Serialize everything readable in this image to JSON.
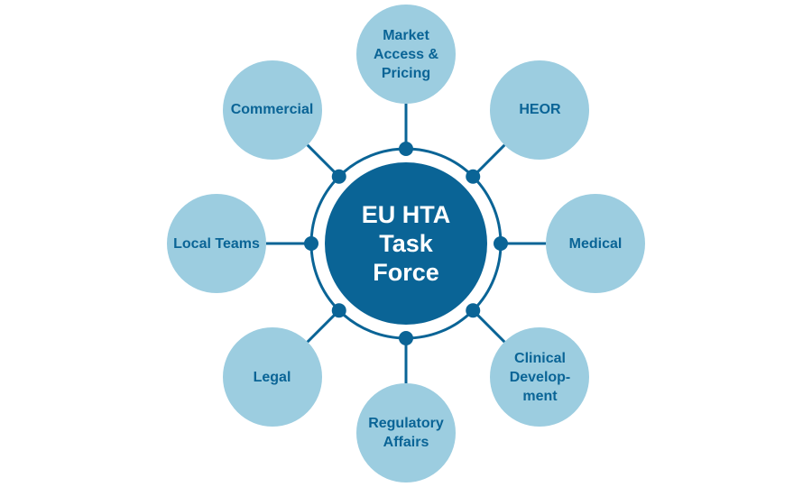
{
  "colors": {
    "dark": "#0a6496",
    "light": "#9ccde0",
    "text": "#0a6496"
  },
  "center": {
    "label": "EU HTA Task Force"
  },
  "nodes": [
    {
      "label": "Market Access & Pricing"
    },
    {
      "label": "HEOR"
    },
    {
      "label": "Medical"
    },
    {
      "label": "Clinical Develop-ment"
    },
    {
      "label": "Regulatory Affairs"
    },
    {
      "label": "Legal"
    },
    {
      "label": "Local Teams"
    },
    {
      "label": "Commercial"
    }
  ]
}
